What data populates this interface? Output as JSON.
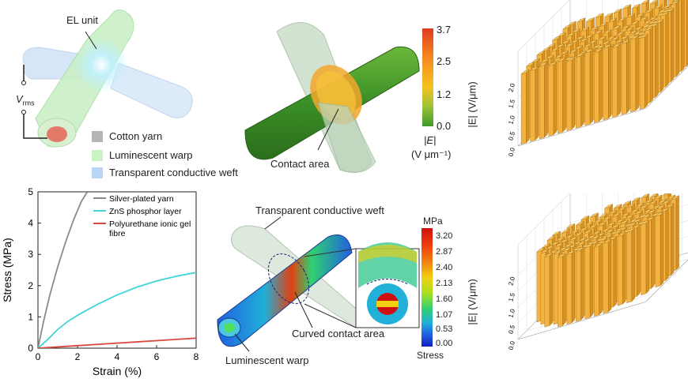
{
  "panel_a": {
    "el_unit": "EL unit",
    "vrms_main": "V",
    "vrms_sub": "rms",
    "legend": [
      {
        "label": "Cotton yarn",
        "color": "#b5b5b5"
      },
      {
        "label": "Luminescent warp",
        "color": "#c9f3c3"
      },
      {
        "label": "Transparent conductive weft",
        "color": "#b9d6f6"
      }
    ]
  },
  "panel_b": {
    "contact_area": "Contact area",
    "colorbar": {
      "ticks": [
        "3.7",
        "2.5",
        "1.2",
        "0.0"
      ],
      "unit_line1": "|E|",
      "unit_line2": "(V μm⁻¹)",
      "colors": [
        "#e03b1f",
        "#f58a1f",
        "#f5c21f",
        "#9ac236",
        "#3f9a2b"
      ]
    }
  },
  "panel_c": {
    "zlabel": "|E| (V/μm)",
    "zticks": [
      "0.0",
      "0.5",
      "1.0",
      "1.5",
      "2.0"
    ],
    "bar_color": "#f3b340"
  },
  "panel_e": {
    "top_label": "Transparent conductive weft",
    "curved_label": "Curved contact area",
    "bottom_label": "Luminescent warp",
    "colorbar": {
      "unit": "MPa",
      "ticks": [
        "3.20",
        "2.87",
        "2.40",
        "2.13",
        "1.60",
        "1.07",
        "0.53",
        "0.00"
      ],
      "footer": "Stress",
      "colors": [
        "#d01010",
        "#f04010",
        "#f08a10",
        "#f0d010",
        "#a8e020",
        "#30d070",
        "#20b0d8",
        "#2060e0",
        "#1020c0"
      ]
    }
  },
  "panel_f": {
    "zlabel": "|E| (V/μm)",
    "zticks": [
      "0.0",
      "0.5",
      "1.0",
      "1.5",
      "2.0"
    ],
    "bar_color": "#f3b340"
  },
  "chart_data": {
    "type": "line",
    "xlabel": "Strain (%)",
    "ylabel": "Stress (MPa)",
    "xlim": [
      0,
      8
    ],
    "ylim": [
      0,
      5
    ],
    "xticks": [
      "0",
      "2",
      "4",
      "6",
      "8"
    ],
    "yticks": [
      "0",
      "1",
      "2",
      "3",
      "4",
      "5"
    ],
    "legend_position": "top-right",
    "series": [
      {
        "name": "Silver-plated yarn",
        "color": "#8a8a8a",
        "x": [
          0,
          0.3,
          0.6,
          1.0,
          1.4,
          1.8,
          2.2,
          2.5
        ],
        "y": [
          0,
          0.9,
          1.7,
          2.6,
          3.4,
          4.1,
          4.7,
          5.0
        ]
      },
      {
        "name": "ZnS phosphor layer",
        "color": "#3fd6d6",
        "x": [
          0,
          0.5,
          1,
          1.5,
          2,
          3,
          4,
          5,
          6,
          7,
          8
        ],
        "y": [
          0,
          0.28,
          0.6,
          0.85,
          1.05,
          1.4,
          1.7,
          1.95,
          2.15,
          2.3,
          2.42
        ]
      },
      {
        "name": "Polyurethane ionic gel fibre",
        "color": "#d9473f",
        "x": [
          0,
          1,
          2,
          3,
          4,
          5,
          6,
          7,
          8
        ],
        "y": [
          0,
          0.04,
          0.08,
          0.12,
          0.16,
          0.2,
          0.24,
          0.28,
          0.32
        ]
      }
    ]
  }
}
